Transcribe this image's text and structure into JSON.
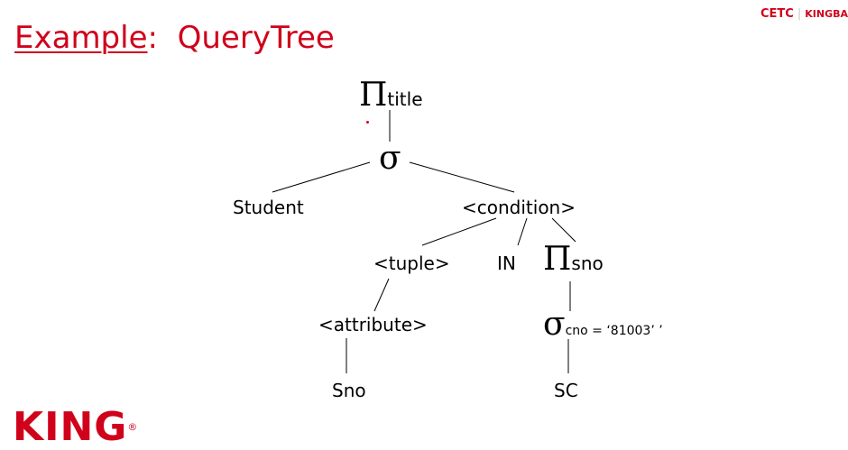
{
  "slide": {
    "title_word": "Example",
    "title_colon": ":",
    "title_rest": "QueryTree",
    "brand_left": "CETC",
    "brand_sep": "|",
    "brand_right": "KINGBA",
    "footer_logo": "KING",
    "footer_reg": "®"
  },
  "tree": {
    "root_symbol": "Π",
    "root_sub": "title",
    "select_symbol": "σ",
    "student": "Student",
    "condition": "<condition>",
    "tuple": "<tuple>",
    "in": "IN",
    "proj_symbol": "Π",
    "proj_sub": "sno",
    "attribute": "<attribute>",
    "sel2_symbol": "σ",
    "sel2_sub": "cno = ‘81003’ ’",
    "sno": "Sno",
    "sc": "SC"
  },
  "colors": {
    "accent": "#d0021b",
    "text": "#000000",
    "edge": "#000000"
  }
}
